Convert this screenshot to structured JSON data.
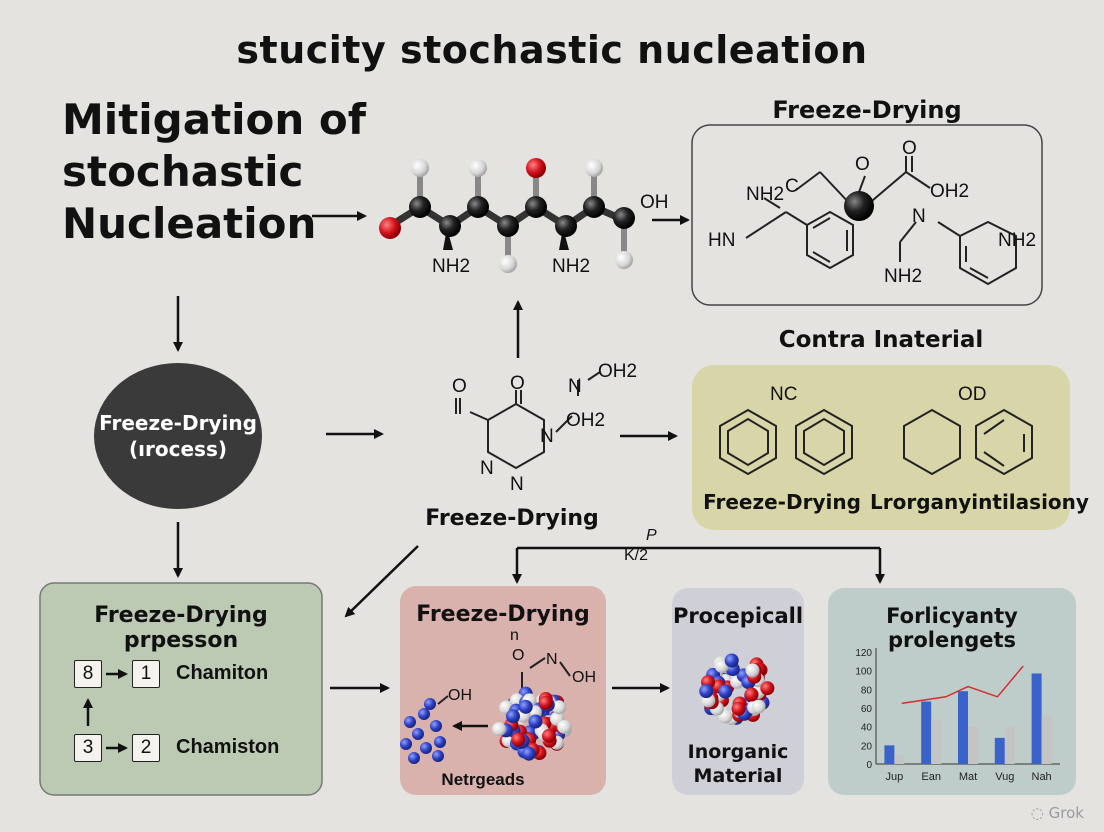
{
  "title": "stucity stochastic nucleation",
  "main_heading": [
    "Mitigation of",
    "stochastic",
    "Nucleation"
  ],
  "top_molecule": {
    "oh": "OH",
    "nh2_left": "NH2",
    "nh2_right": "NH2"
  },
  "freeze_box": {
    "title": "Freeze-Drying",
    "labels": {
      "nh2_top": "NH2",
      "c": "C",
      "o_top": "O",
      "o_carbonyl": "O",
      "oh2": "OH2",
      "hn": "HN",
      "nh2_bottom": "NH2",
      "n": "N",
      "nh2_ring": "NH2"
    }
  },
  "process_ellipse": {
    "line1": "Freeze-Drying",
    "line2": "(ırocess)"
  },
  "middle_molecule": {
    "labels": {
      "o_left": "O",
      "o_top": "O",
      "n_ring": "N",
      "n1": "N",
      "n2": "N",
      "n_side": "N",
      "oh2_top": "OH2",
      "oh2_bottom": "OH2"
    },
    "caption": "Freeze-Drying"
  },
  "contra": {
    "title": "Contra Inaterial",
    "nc": "NC",
    "od": "OD",
    "label_left": "Freeze-Drying",
    "label_right": "Lrorganyintilasiony"
  },
  "junction_label": {
    "p": "P",
    "k": "K/2"
  },
  "process_box": {
    "title": "Freeze-Drying prpesson",
    "n8": "8",
    "n1": "1",
    "n3": "3",
    "n2": "2",
    "label1": "Chamiton",
    "label2": "Chamiston"
  },
  "particle_box": {
    "title": "Freeze-Drying",
    "oh_small": "OH",
    "n_top": "n",
    "o": "O",
    "n": "N",
    "oh": "OH",
    "caption": "Netrgeads"
  },
  "inorganic_box": {
    "title": "Procepicall",
    "line1": "Inorganic",
    "line2": "Material"
  },
  "chart_box": {
    "title": "Forlicyanty prolengets"
  },
  "chart_data": {
    "type": "bar",
    "categories": [
      "Jup",
      "Ean",
      "Mat",
      "Vug",
      "Nah"
    ],
    "series": [
      {
        "values": [
          20,
          67,
          78,
          28,
          97
        ]
      },
      {
        "values": [
          10,
          48,
          40,
          40,
          51
        ]
      }
    ],
    "line_overlay": [
      [
        0.7,
        65
      ],
      [
        1.9,
        72
      ],
      [
        2.5,
        83
      ],
      [
        3.3,
        72
      ],
      [
        4.0,
        105
      ]
    ],
    "yticks": [
      0,
      20,
      40,
      60,
      80,
      100,
      120
    ],
    "ylim": [
      0,
      120
    ],
    "colors": [
      "#3a63c9",
      "#c4c4c4",
      "#d32f2f"
    ]
  },
  "watermark": "Grok"
}
